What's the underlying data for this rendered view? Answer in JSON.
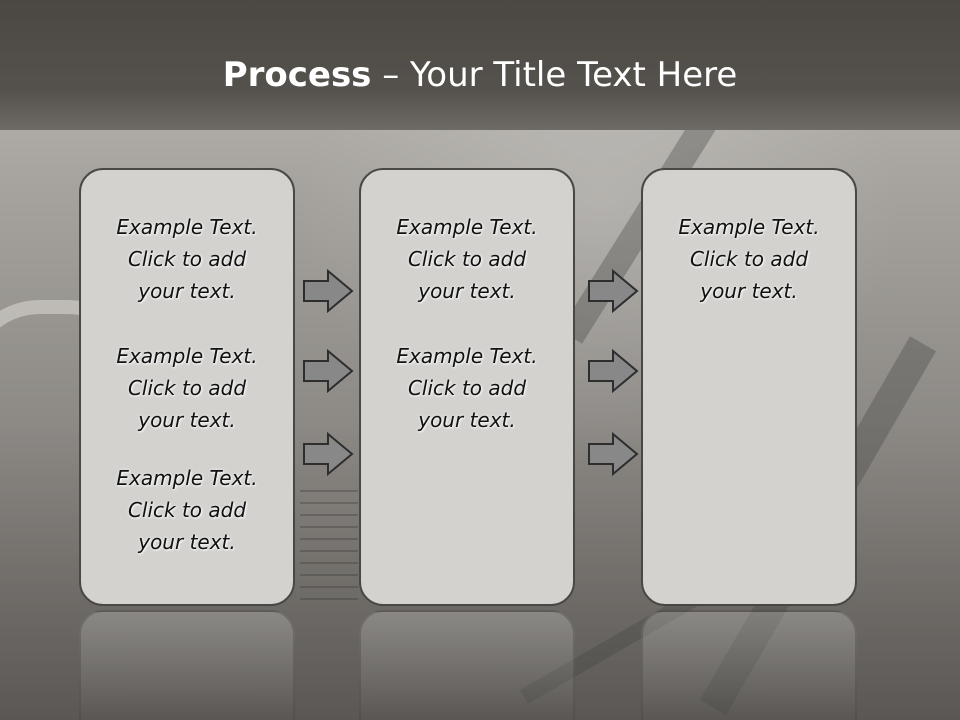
{
  "title": {
    "bold": "Process",
    "rest": " – Your Title Text Here"
  },
  "boxes": [
    {
      "items": [
        {
          "l1": "Example Text.",
          "l2": "Click  to add",
          "l3": "your text."
        },
        {
          "l1": "Example Text.",
          "l2": "Click  to add",
          "l3": "your text."
        },
        {
          "l1": "Example Text.",
          "l2": "Click  to add",
          "l3": "your text."
        }
      ]
    },
    {
      "items": [
        {
          "l1": "Example Text.",
          "l2": "Click  to add",
          "l3": "your text."
        },
        {
          "l1": "Example Text.",
          "l2": "Click  to add",
          "l3": "your text."
        }
      ]
    },
    {
      "items": [
        {
          "l1": "Example Text.",
          "l2": "Click  to add",
          "l3": "your text."
        }
      ]
    }
  ],
  "colors": {
    "box_fill": "#d3d2cf",
    "arrow_fill": "#888888",
    "title_band": "#4b4742"
  }
}
